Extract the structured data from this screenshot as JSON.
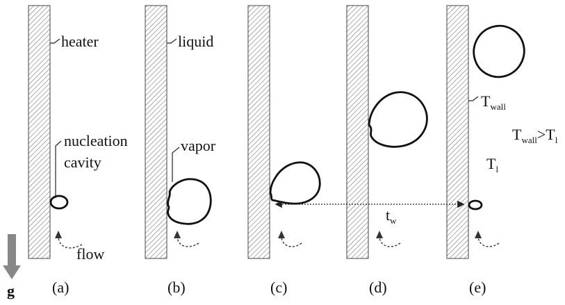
{
  "figure": {
    "labels": {
      "heater": "heater",
      "liquid": "liquid",
      "nucleation": "nucleation",
      "cavity": "cavity",
      "vapor": "vapor",
      "flow": "flow",
      "gravity": "g",
      "t_w_main": "t",
      "t_w_sub": "w",
      "T_wall_main": "T",
      "T_wall_sub": "wall",
      "T_l_main": "T",
      "T_l_sub": "l",
      "relation_T1": "T",
      "relation_wall": "wall",
      "relation_gt": ">T",
      "relation_l": "l"
    },
    "panels": [
      "(a)",
      "(b)",
      "(c)",
      "(d)",
      "(e)"
    ]
  }
}
